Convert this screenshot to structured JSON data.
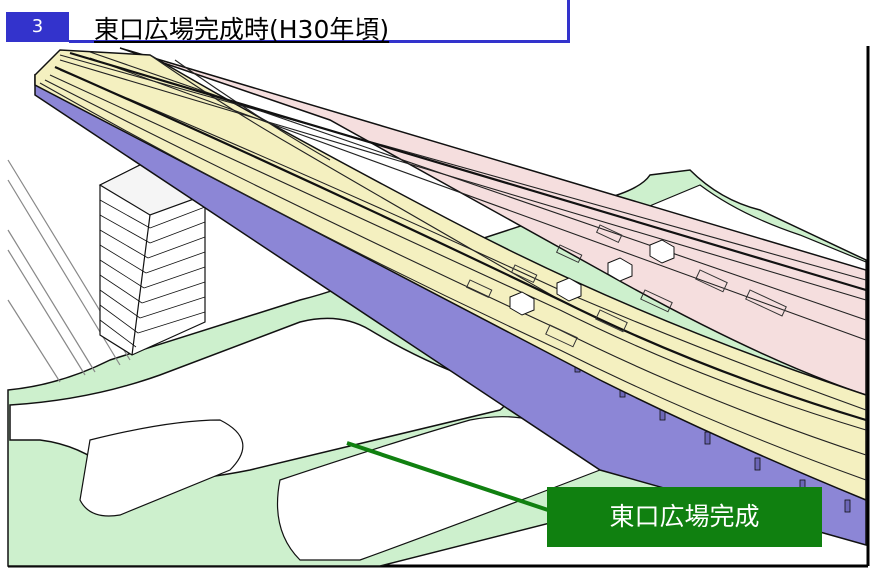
{
  "header": {
    "number": "3",
    "title": "東口広場完成時(H30年頃)"
  },
  "callout": {
    "label": "東口広場完成"
  },
  "colors": {
    "badge": "#3333cc",
    "callout": "#108010",
    "plaza_green": "#cdf0cd",
    "viaduct_blue": "#8c86d6",
    "platform_yellow": "#f4f0c0",
    "platform_pink": "#f5dede"
  }
}
